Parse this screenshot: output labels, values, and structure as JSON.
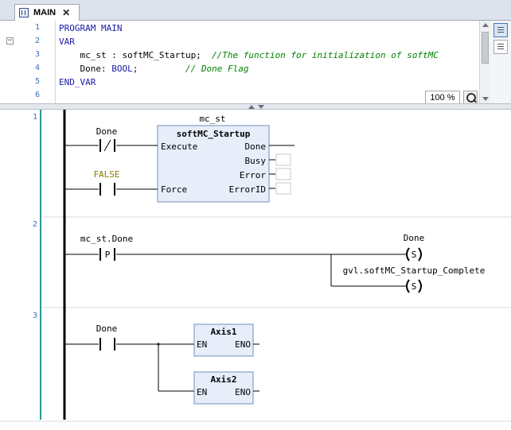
{
  "tab": {
    "label": "MAIN",
    "icon": "ladder-icon"
  },
  "declaration": {
    "lines": [
      {
        "num": "1",
        "parts": [
          {
            "t": "PROGRAM MAIN",
            "c": "kw"
          }
        ]
      },
      {
        "num": "2",
        "parts": [
          {
            "t": "VAR",
            "c": "kw"
          }
        ]
      },
      {
        "num": "3",
        "parts": [
          {
            "t": "    mc_st : softMC_Startup;  ",
            "c": ""
          },
          {
            "t": "//The function for initialization of softMC",
            "c": "cm"
          }
        ]
      },
      {
        "num": "4",
        "parts": [
          {
            "t": "    Done: ",
            "c": ""
          },
          {
            "t": "BOOL",
            "c": "ty"
          },
          {
            "t": ";         ",
            "c": ""
          },
          {
            "t": "// Done Flag",
            "c": "cm"
          }
        ]
      },
      {
        "num": "5",
        "parts": [
          {
            "t": "END_VAR",
            "c": "kw"
          }
        ]
      },
      {
        "num": "6",
        "parts": []
      }
    ],
    "zoom": "100 %"
  },
  "networks": [
    {
      "num": "1",
      "fb_instance": "mc_st",
      "fb_type": "softMC_Startup",
      "contacts": [
        {
          "name": "Done",
          "symbol": "/"
        },
        {
          "name": "FALSE",
          "symbol": ""
        }
      ],
      "inputs": [
        "Execute",
        "Force"
      ],
      "outputs": [
        "Done",
        "Busy",
        "Error",
        "ErrorID"
      ]
    },
    {
      "num": "2",
      "contact": {
        "name": "mc_st.Done",
        "symbol": "P"
      },
      "coils": [
        {
          "name": "Done",
          "symbol": "S"
        },
        {
          "name": "gvl.softMC_Startup_Complete",
          "symbol": "S"
        }
      ]
    },
    {
      "num": "3",
      "contact": {
        "name": "Done",
        "symbol": ""
      },
      "blocks": [
        {
          "name": "Axis1",
          "in": "EN",
          "out": "ENO"
        },
        {
          "name": "Axis2",
          "in": "EN",
          "out": "ENO"
        }
      ]
    }
  ],
  "colors": {
    "fb_fill": "#e7eefa",
    "fb_border": "#6f8fbf",
    "rail": "#000000",
    "accent": "#2a9a8f"
  }
}
